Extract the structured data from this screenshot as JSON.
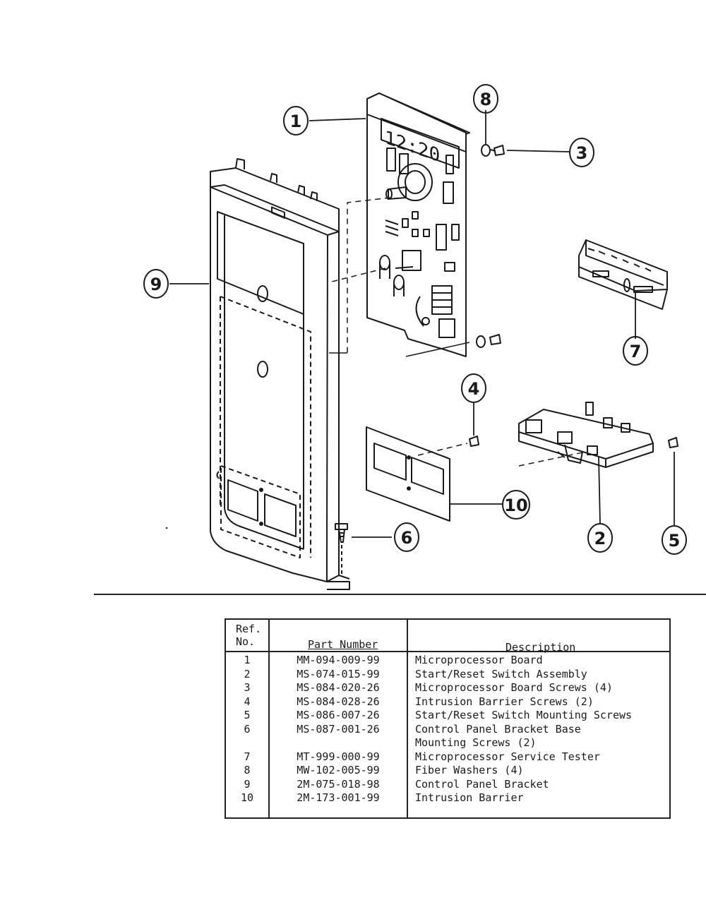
{
  "callouts": [
    {
      "id": "1",
      "label": "1"
    },
    {
      "id": "2",
      "label": "2"
    },
    {
      "id": "3",
      "label": "3"
    },
    {
      "id": "4",
      "label": "4"
    },
    {
      "id": "5",
      "label": "5"
    },
    {
      "id": "6",
      "label": "6"
    },
    {
      "id": "7",
      "label": "7"
    },
    {
      "id": "8",
      "label": "8"
    },
    {
      "id": "9",
      "label": "9"
    },
    {
      "id": "10",
      "label": "10"
    }
  ],
  "display_digits": "12:20",
  "table": {
    "header_ref_line1": "Ref.",
    "header_ref_line2": "No.",
    "header_part_number": "Part Number",
    "header_description": "Description",
    "rows": [
      {
        "ref": "1",
        "part": "MM-094-009-99",
        "desc": "Microprocessor Board"
      },
      {
        "ref": "2",
        "part": "MS-074-015-99",
        "desc": "Start/Reset Switch Assembly"
      },
      {
        "ref": "3",
        "part": "MS-084-020-26",
        "desc": "Microprocessor Board Screws (4)"
      },
      {
        "ref": "4",
        "part": "MS-084-028-26",
        "desc": "Intrusion Barrier Screws (2)"
      },
      {
        "ref": "5",
        "part": "MS-086-007-26",
        "desc": "Start/Reset Switch Mounting Screws"
      },
      {
        "ref": "6",
        "part": "MS-087-001-26",
        "desc": "Control Panel Bracket Base"
      },
      {
        "ref": "",
        "part": "",
        "desc": "Mounting Screws (2)"
      },
      {
        "ref": "7",
        "part": "MT-999-000-99",
        "desc": "Microprocessor Service Tester"
      },
      {
        "ref": "8",
        "part": "MW-102-005-99",
        "desc": "Fiber Washers (4)"
      },
      {
        "ref": "9",
        "part": "2M-075-018-98",
        "desc": "Control Panel Bracket"
      },
      {
        "ref": "10",
        "part": "2M-173-001-99",
        "desc": "Intrusion Barrier"
      }
    ]
  }
}
